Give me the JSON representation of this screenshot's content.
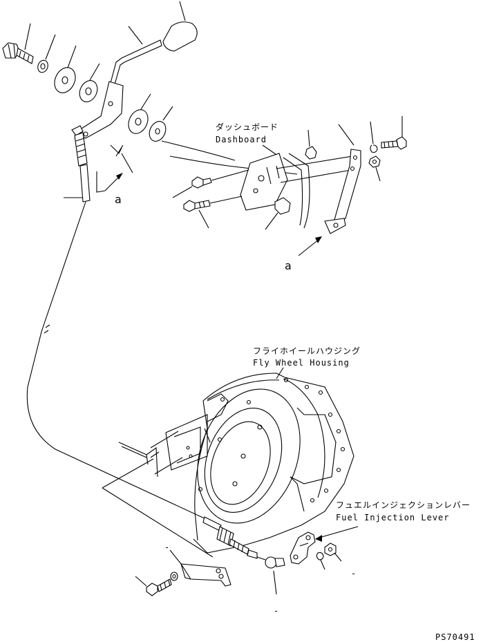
{
  "labels": {
    "dashboard_jp": "ダッシュボード",
    "dashboard_en": "Dashboard",
    "flywheel_jp": "フライホイールハウジング",
    "flywheel_en": "Fly Wheel Housing",
    "fuel_jp": "フュエルインジェクションレバー",
    "fuel_en": "Fuel Injection Lever",
    "ref_a": "a",
    "dash": "-"
  },
  "drawing_code": "PS70491"
}
